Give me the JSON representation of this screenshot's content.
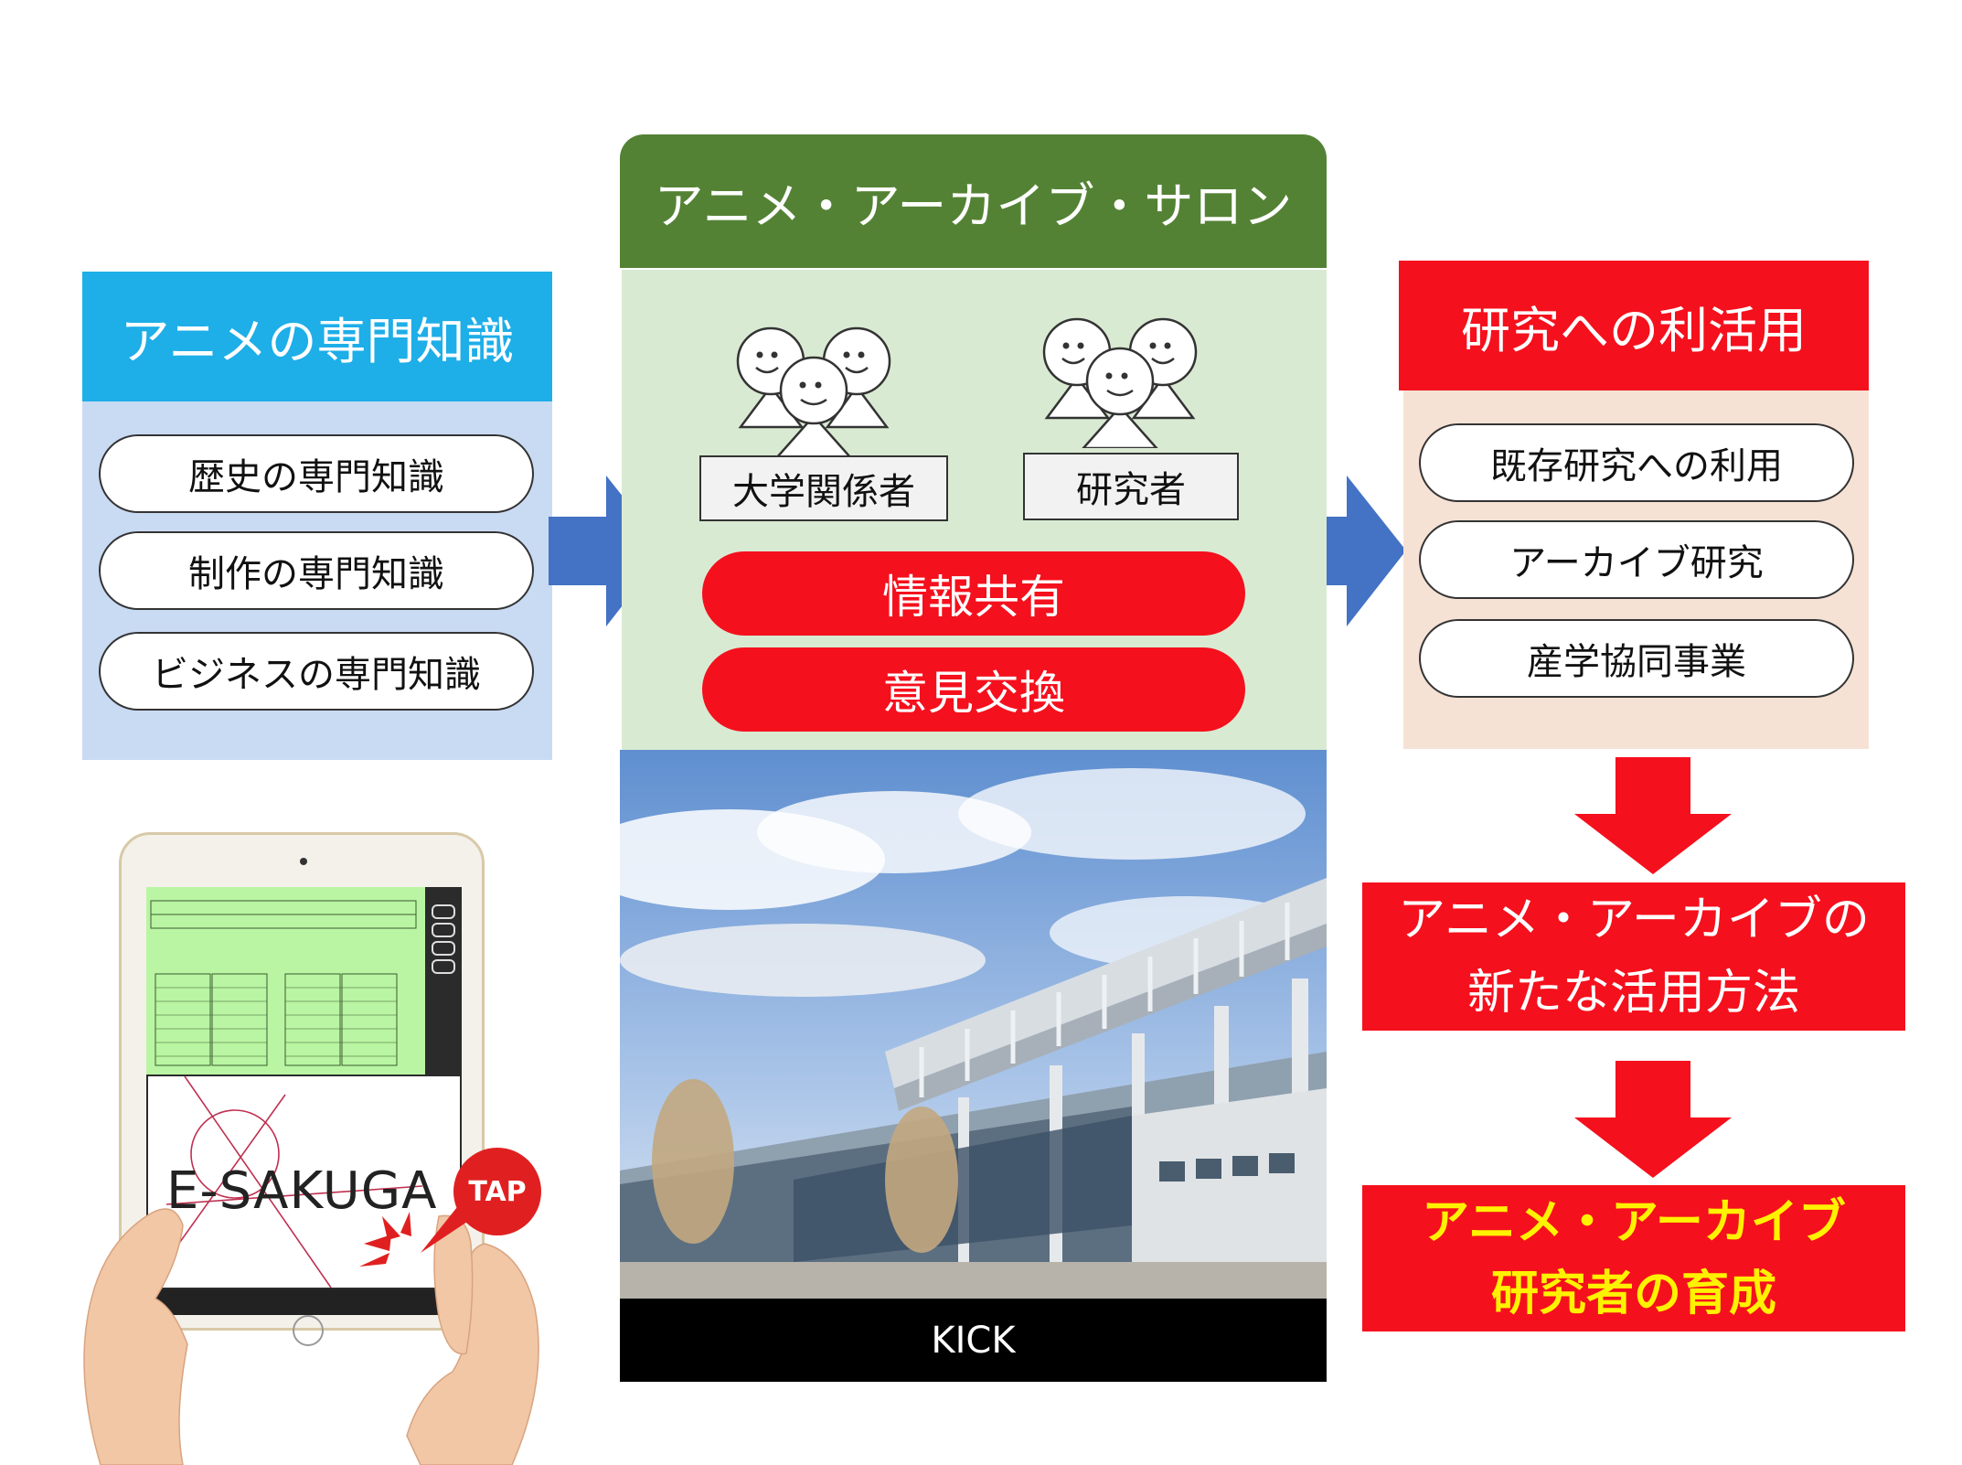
{
  "left": {
    "title": "アニメの専門知識",
    "items": [
      "歴史の専門知識",
      "制作の専門知識",
      "ビジネスの専門知識"
    ]
  },
  "center": {
    "title": "アニメ・アーカイブ・サロン",
    "roles": [
      "大学関係者",
      "研究者"
    ],
    "actions": [
      "情報共有",
      "意見交換"
    ],
    "photo_caption": "KICK"
  },
  "right": {
    "title": "研究への利活用",
    "items": [
      "既存研究への利用",
      "アーカイブ研究",
      "産学協同事業"
    ]
  },
  "results": [
    {
      "line1": "アニメ・アーカイブの",
      "line2": "新たな活用方法"
    },
    {
      "line1": "アニメ・アーカイブ",
      "line2": "研究者の育成"
    }
  ],
  "tablet": {
    "logo": "E-SAKUGA",
    "badge": "TAP"
  },
  "colors": {
    "blue_header": "#1eaee8",
    "green_header": "#548235",
    "red": "#f5101d",
    "arrow_blue": "#4472c4",
    "highlight_text": "#fff200"
  }
}
